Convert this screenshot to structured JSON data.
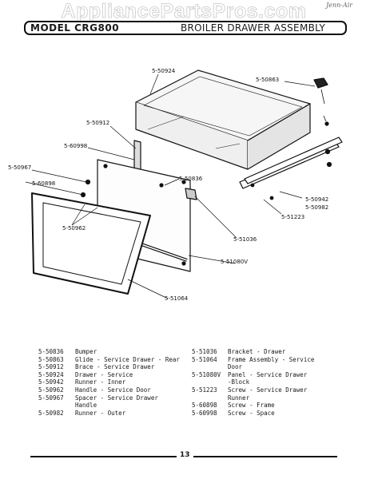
{
  "watermark": "AppliancePartsPros.com",
  "corner_note": "Jenn-Air",
  "header": {
    "model": "MODEL CRG800",
    "title": "BROILER DRAWER ASSEMBLY"
  },
  "callouts": {
    "drawer": "5-50924",
    "glide": "5-50863",
    "brace": "5-50912",
    "screw_space": "5-60998",
    "spacer": "5-50967",
    "screw_frame": "5-60898",
    "bumper": "5-50836",
    "handle": "5-50962",
    "runner_inner": "5-50942",
    "runner_outer": "5-50982",
    "screw_drawer_runner": "5-51223",
    "bracket": "5-51036",
    "panel": "5-51080V",
    "frame": "5-51064"
  },
  "parts_left": [
    {
      "num": "5-50836",
      "desc": "Bumper"
    },
    {
      "num": "5-50863",
      "desc": "Glide - Service Drawer - Rear"
    },
    {
      "num": "5-50912",
      "desc": "Brace - Service Drawer"
    },
    {
      "num": "5-50924",
      "desc": "Drawer - Service"
    },
    {
      "num": "5-50942",
      "desc": "Runner - Inner"
    },
    {
      "num": "5-50962",
      "desc": "Handle - Service Door"
    },
    {
      "num": "5-50967",
      "desc": "Spacer - Service Drawer"
    },
    {
      "num": "",
      "desc": "Handle"
    },
    {
      "num": "5-50982",
      "desc": "Runner - Outer"
    }
  ],
  "parts_right": [
    {
      "num": "5-51036",
      "desc": "Bracket - Drawer"
    },
    {
      "num": "5-51064",
      "desc": "Frame Assembly - Service"
    },
    {
      "num": "",
      "desc": "Door"
    },
    {
      "num": "5-51080V",
      "desc": "Panel - Service Drawer"
    },
    {
      "num": "",
      "desc": "-Block"
    },
    {
      "num": "5-51223",
      "desc": "Screw - Service Drawer"
    },
    {
      "num": "",
      "desc": "Runner"
    },
    {
      "num": "5-60898",
      "desc": "Screw - Frame"
    },
    {
      "num": "5-60998",
      "desc": "Screw - Space"
    }
  ],
  "page_number": "13"
}
